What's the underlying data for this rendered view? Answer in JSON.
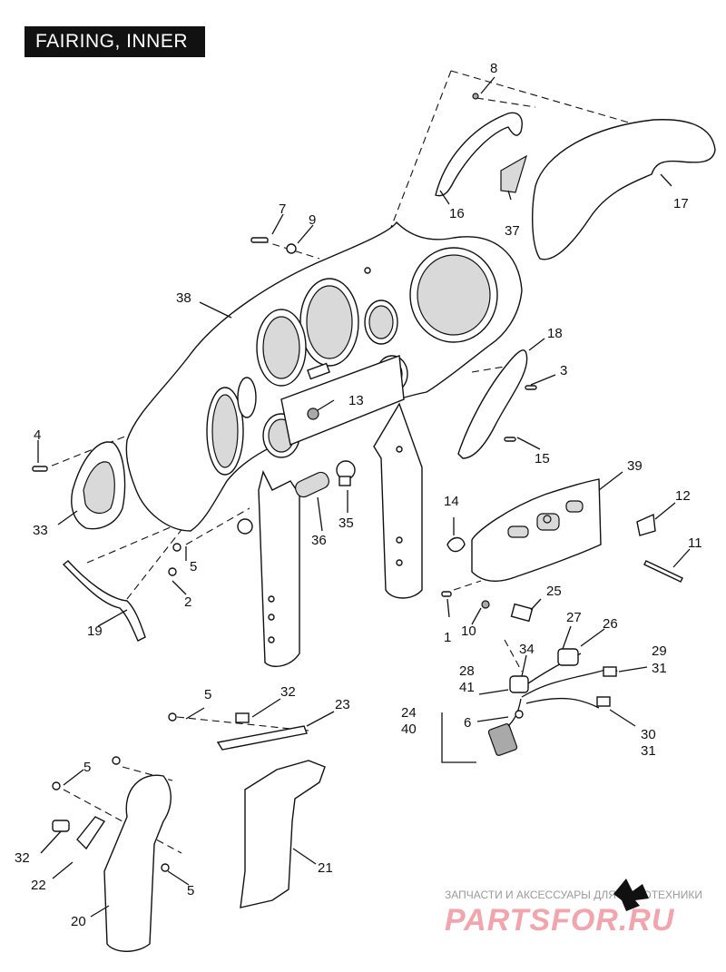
{
  "title": "FAIRING, INNER",
  "callouts": {
    "c1": "1",
    "c2": "2",
    "c3": "3",
    "c4": "4",
    "c5a": "5",
    "c5b": "5",
    "c5c": "5",
    "c5d": "5",
    "c6": "6",
    "c7": "7",
    "c8": "8",
    "c9": "9",
    "c10": "10",
    "c11": "11",
    "c12": "12",
    "c13": "13",
    "c14": "14",
    "c15": "15",
    "c16": "16",
    "c17": "17",
    "c18": "18",
    "c19": "19",
    "c20": "20",
    "c21": "21",
    "c22": "22",
    "c23": "23",
    "c24": "24",
    "c25": "25",
    "c26": "26",
    "c27": "27",
    "c28": "28",
    "c29": "29",
    "c30": "30",
    "c31a": "31",
    "c31b": "31",
    "c32a": "32",
    "c32b": "32",
    "c33": "33",
    "c34": "34",
    "c35": "35",
    "c36": "36",
    "c37": "37",
    "c38": "38",
    "c39": "39",
    "c40": "40",
    "c41": "41"
  },
  "watermark": {
    "tagline": "ЗАПЧАСТИ И АКСЕССУАРЫ ДЛЯ МОТОТЕХНИКИ",
    "brand": "PARTSFOR.RU"
  }
}
